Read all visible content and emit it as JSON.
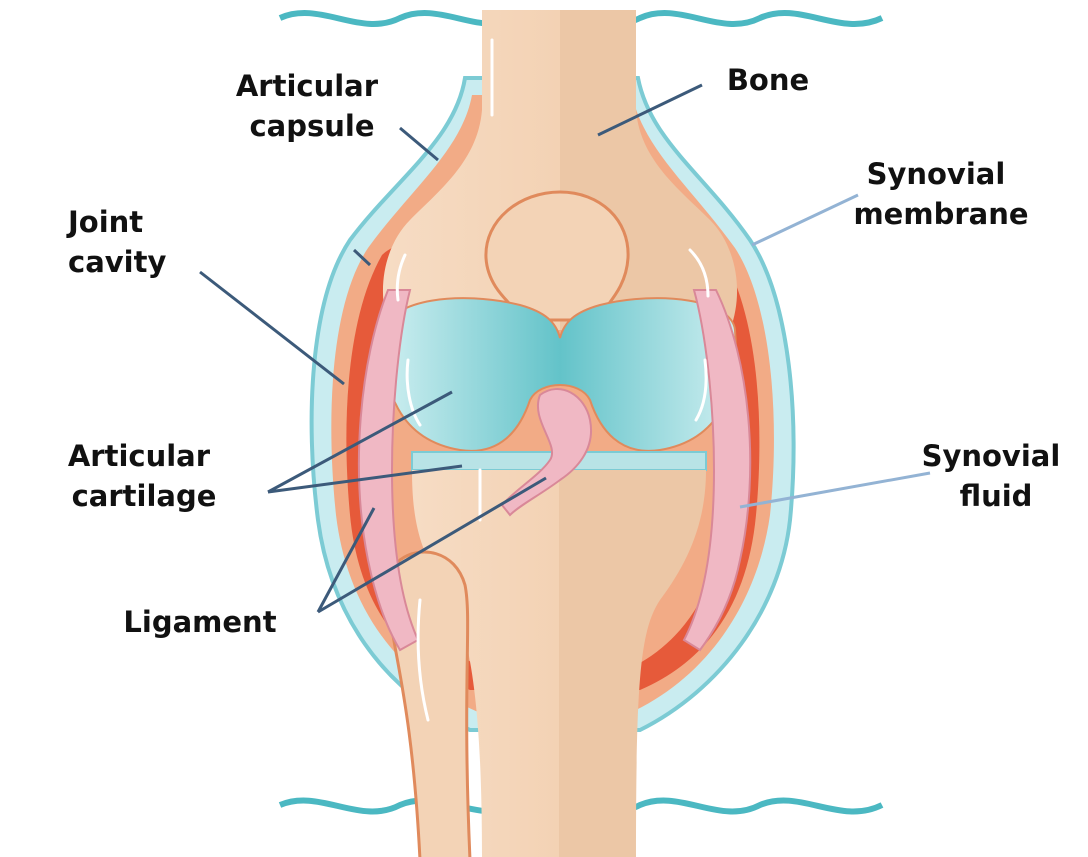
{
  "labels": {
    "articular_capsule": [
      "Articular",
      "capsule"
    ],
    "bone": [
      "Bone"
    ],
    "synovial_membrane": [
      "Synovial",
      "membrane"
    ],
    "joint_cavity": [
      "Joint",
      "cavity"
    ],
    "articular_cartilage": [
      "Articular",
      "cartilage"
    ],
    "synovial_fluid": [
      "Synovial",
      "fluid"
    ],
    "ligament": [
      "Ligament"
    ]
  },
  "colors": {
    "bone": "#f3d3b6",
    "bone_shade": "#e9c19e",
    "bone_outline": "#e08a5c",
    "cartilage": "#a9dde0",
    "cartilage_dark": "#5fc0c6",
    "capsule": "#f2ab86",
    "cavity": "#e65a3a",
    "membrane": "#c9ecf0",
    "membrane_outline": "#7ccbd4",
    "ligament": "#f0b8c4",
    "ligament_line": "#d98898",
    "skin_line": "#4bb8c2",
    "leader_dark": "#3c5a7a",
    "leader_light": "#93b3d4",
    "text": "#111111"
  }
}
